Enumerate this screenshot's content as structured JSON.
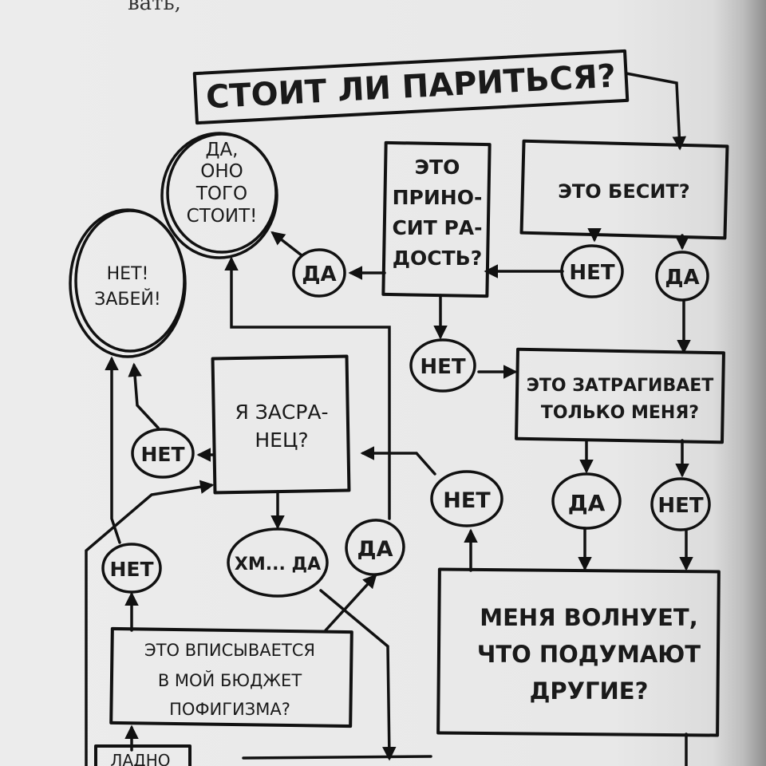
{
  "top_fragment": "вать,",
  "title": "СТОИТ ЛИ ПАРИТЬСЯ?",
  "nodes": {
    "besit": "ЭТО БЕСИТ?",
    "radost": [
      "ЭТО",
      "ПРИНО-",
      "СИТ РА-",
      "ДОСТЬ?"
    ],
    "da_stoit": [
      "ДА,",
      "ОНО",
      "ТОГО",
      "СТОИТ!"
    ],
    "net_zabei": [
      "НЕТ!",
      "ЗАБЕЙ!"
    ],
    "zatragivaet": [
      "ЭТО ЗАТРАГИВАЕТ",
      "ТОЛЬКО МЕНЯ?"
    ],
    "zasranets": [
      "Я ЗАСРА-",
      "НЕЦ?"
    ],
    "hm_da": "ХМ... ДА",
    "budget": [
      "ЭТО ВПИСЫВАЕТСЯ",
      "В МОЙ БЮДЖЕТ",
      "ПОФИГИЗМА?"
    ],
    "volnuet": [
      "МЕНЯ ВОЛНУЕТ,",
      "ЧТО ПОДУМАЮТ",
      "ДРУГИЕ?"
    ],
    "ladno": "ЛАДНО"
  },
  "answers": {
    "yes": "ДА",
    "no": "НЕТ"
  }
}
